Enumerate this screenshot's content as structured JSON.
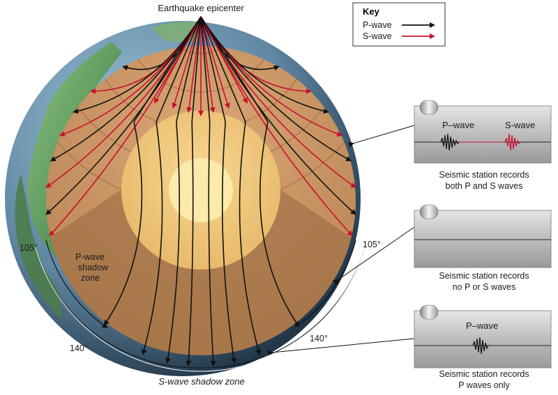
{
  "title": "Earthquake epicenter",
  "key": {
    "heading": "Key",
    "p_label": "P-wave",
    "s_label": "S-wave",
    "p_color": "#111111",
    "s_color": "#c8102e"
  },
  "angles": {
    "left_105": "105°",
    "right_105": "105°",
    "left_140": "140°",
    "right_140": "140°"
  },
  "p_shadow": [
    "P-wave",
    "shadow",
    "zone"
  ],
  "s_shadow_label": "S-wave shadow zone",
  "stations": [
    {
      "records": [
        "P–wave",
        "S-wave"
      ],
      "caption": [
        "Seismic station records",
        "both P and S waves"
      ]
    },
    {
      "records": [],
      "caption": [
        "Seismic station records",
        "no P or S waves"
      ]
    },
    {
      "records": [
        "P–wave"
      ],
      "caption": [
        "Seismic station records",
        "P waves only"
      ]
    }
  ],
  "colors": {
    "mantle": "#c79263",
    "mantle_shadow": "#a87a4f",
    "outer_core": "#efc57a",
    "inner_core": "#fbe9a8",
    "ocean": "#5f86a3",
    "land": "#6aa46a",
    "drum": "#c9c9c9"
  }
}
